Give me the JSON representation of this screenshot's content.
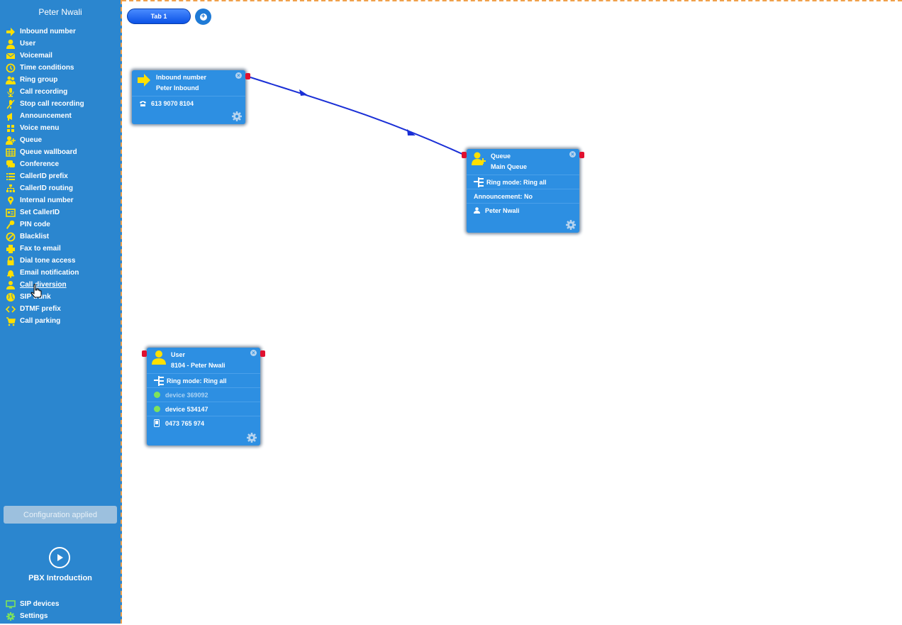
{
  "sidebar": {
    "user_name": "Peter Nwali",
    "items": [
      {
        "label": "Inbound number",
        "icon": "arrow-right-icon"
      },
      {
        "label": "User",
        "icon": "user-icon"
      },
      {
        "label": "Voicemail",
        "icon": "envelope-icon"
      },
      {
        "label": "Time conditions",
        "icon": "clock-icon"
      },
      {
        "label": "Ring group",
        "icon": "users-icon"
      },
      {
        "label": "Call recording",
        "icon": "microphone-icon"
      },
      {
        "label": "Stop call recording",
        "icon": "microphone-slash-icon"
      },
      {
        "label": "Announcement",
        "icon": "megaphone-icon"
      },
      {
        "label": "Voice menu",
        "icon": "grid-icon"
      },
      {
        "label": "Queue",
        "icon": "user-plus-icon"
      },
      {
        "label": "Queue wallboard",
        "icon": "table-icon"
      },
      {
        "label": "Conference",
        "icon": "chat-icon"
      },
      {
        "label": "CallerID prefix",
        "icon": "list-icon"
      },
      {
        "label": "CallerID routing",
        "icon": "sitemap-icon"
      },
      {
        "label": "Internal number",
        "icon": "map-pin-icon"
      },
      {
        "label": "Set CallerID",
        "icon": "id-card-icon"
      },
      {
        "label": "PIN code",
        "icon": "key-icon"
      },
      {
        "label": "Blacklist",
        "icon": "ban-icon"
      },
      {
        "label": "Fax to email",
        "icon": "printer-icon"
      },
      {
        "label": "Dial tone access",
        "icon": "lock-icon"
      },
      {
        "label": "Email notification",
        "icon": "bell-icon"
      },
      {
        "label": "Call diversion",
        "icon": "user-forward-icon"
      },
      {
        "label": "SIP trunk",
        "icon": "globe-icon"
      },
      {
        "label": "DTMF prefix",
        "icon": "code-icon"
      },
      {
        "label": "Call parking",
        "icon": "cart-icon"
      }
    ],
    "config_status": "Configuration applied",
    "pbx_intro": "PBX Introduction",
    "bottom_items": [
      {
        "label": "SIP devices",
        "icon": "monitor-icon"
      },
      {
        "label": "Settings",
        "icon": "gear-icon"
      }
    ]
  },
  "canvas": {
    "tab_label": "Tab 1",
    "add_tab_symbol": "+",
    "nodes": {
      "inbound": {
        "type_label": "Inbound number",
        "name": "Peter Inbound",
        "phone": "613 9070 8104"
      },
      "queue": {
        "type_label": "Queue",
        "name": "Main Queue",
        "ring_mode": "Ring mode: Ring all",
        "announcement": "Announcement: No",
        "member": "Peter Nwali"
      },
      "user": {
        "type_label": "User",
        "name": "8104 - Peter Nwali",
        "ring_mode": "Ring mode: Ring all",
        "device1": "device 369092",
        "device2": "device 534147",
        "mobile": "0473 765 974"
      }
    }
  },
  "colors": {
    "sidebar_bg": "#2b86cf",
    "node_bg": "#2d8fe2",
    "icon_yellow": "#ffe000",
    "connector": "#1a2fd6",
    "port": "#e0102f",
    "dashed_border": "#f0a04a"
  }
}
